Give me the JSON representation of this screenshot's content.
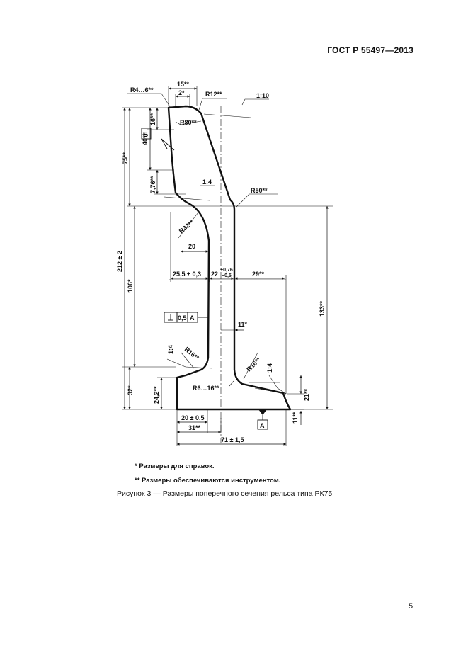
{
  "header": {
    "standard": "ГОСТ Р 55497—2013"
  },
  "drawing": {
    "dims": {
      "r4": "R4…6**",
      "w15": "15**",
      "w2": "2*",
      "r12": "R12**",
      "slope10": "1:10",
      "h16": "16**",
      "r80": "R80**",
      "h40": "40**",
      "h75": "75**",
      "h7": "7,76**",
      "slope4a": "1:4",
      "r50": "R50**",
      "r32": "R32**",
      "w20": "20",
      "h212": "212 ± 2",
      "h106": "106*",
      "w25": "25,5 ± 0,3",
      "w22": "22",
      "tol22a": "+0,76",
      "tol22b": "−0,5",
      "w29": "29**",
      "h133": "133**",
      "w11": "11*",
      "tolv": "0,5",
      "tolref": "A",
      "slope4b": "1:4",
      "r16a": "R16**",
      "r16b": "R16**",
      "slope4c": "1:4",
      "r616": "R6…16**",
      "h32": "32*",
      "h24": "24,2**",
      "h21": "21**",
      "h11": "11**",
      "w20b": "20 ± 0,5",
      "w31": "31**",
      "w71": "71 ± 1,5",
      "datum": "A",
      "sectionB": "Б"
    }
  },
  "notes": {
    "note1": "* Размеры для справок.",
    "note2": "** Размеры обеспечиваются инструментом."
  },
  "caption": "Рисунок  3 — Размеры поперечного сечения рельса типа РК75",
  "page_number": "5"
}
